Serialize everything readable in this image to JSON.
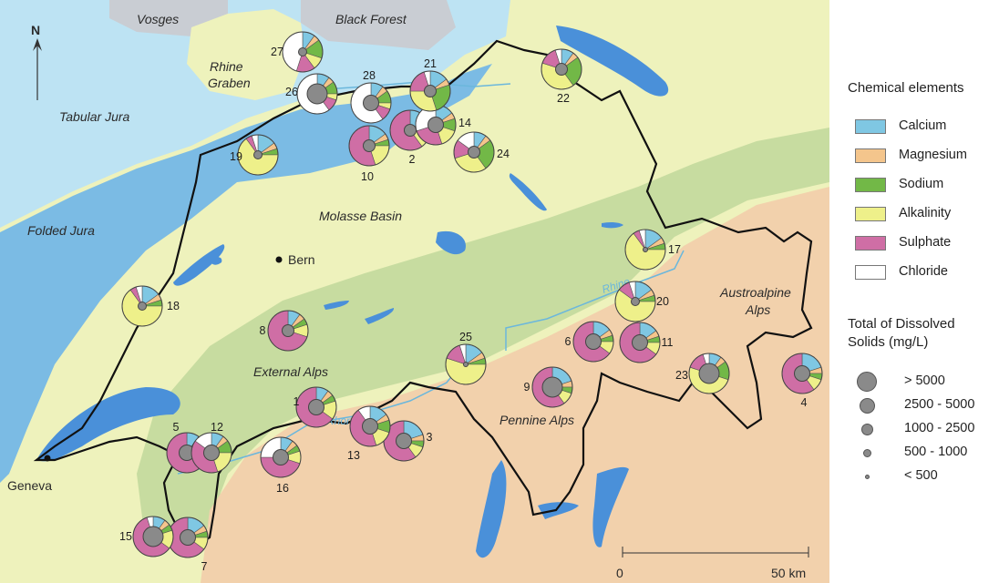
{
  "north_label": "N",
  "regions": [
    {
      "id": "vosges",
      "label": "Vosges"
    },
    {
      "id": "black-forest",
      "label": "Black Forest"
    },
    {
      "id": "rhine-graben-1",
      "label": "Rhine"
    },
    {
      "id": "rhine-graben-2",
      "label": "Graben"
    },
    {
      "id": "tabular-jura",
      "label": "Tabular Jura"
    },
    {
      "id": "folded-jura",
      "label": "Folded Jura"
    },
    {
      "id": "molasse-basin",
      "label": "Molasse Basin"
    },
    {
      "id": "external-alps",
      "label": "External Alps"
    },
    {
      "id": "pennine-alps",
      "label": "Pennine Alps"
    },
    {
      "id": "austroalpine-1",
      "label": "Austroalpine"
    },
    {
      "id": "austroalpine-2",
      "label": "Alps"
    }
  ],
  "places": [
    {
      "id": "bern",
      "label": "Bern"
    },
    {
      "id": "geneva",
      "label": "Geneva"
    }
  ],
  "rivers": [
    {
      "id": "rhine",
      "label": "Rhine"
    },
    {
      "id": "rhone",
      "label": "Rhone"
    }
  ],
  "scale_bar": {
    "start_label": "0",
    "end_label": "50 km"
  },
  "legend": {
    "title": "Chemical elements",
    "items": [
      {
        "key": "calcium",
        "label": "Calcium",
        "color": "#7fc7e3"
      },
      {
        "key": "magnesium",
        "label": "Magnesium",
        "color": "#f4c58c"
      },
      {
        "key": "sodium",
        "label": "Sodium",
        "color": "#72b847"
      },
      {
        "key": "alkalinity",
        "label": "Alkalinity",
        "color": "#eef08a"
      },
      {
        "key": "sulphate",
        "label": "Sulphate",
        "color": "#cf6ea5"
      },
      {
        "key": "chloride",
        "label": "Chloride",
        "color": "#ffffff"
      }
    ]
  },
  "tds_legend": {
    "title_line1": "Total of Dissolved",
    "title_line2": "Solids (mg/L)",
    "classes": [
      {
        "label": "> 5000",
        "level": 5
      },
      {
        "label": "2500 - 5000",
        "level": 4
      },
      {
        "label": "1000 - 2500",
        "level": 3
      },
      {
        "label": "500 - 1000",
        "level": 2
      },
      {
        "label": "< 500",
        "level": 1
      }
    ]
  },
  "sites": [
    {
      "id": "1",
      "label": "1",
      "tds_level": 4,
      "composition": {
        "calcium": 10,
        "magnesium": 5,
        "sodium": 5,
        "alkalinity": 15,
        "sulphate": 65,
        "chloride": 0
      }
    },
    {
      "id": "2",
      "label": "2",
      "tds_level": 3,
      "composition": {
        "calcium": 15,
        "magnesium": 5,
        "sodium": 5,
        "alkalinity": 15,
        "sulphate": 60,
        "chloride": 0
      }
    },
    {
      "id": "3",
      "label": "3",
      "tds_level": 4,
      "composition": {
        "calcium": 20,
        "magnesium": 5,
        "sodium": 5,
        "alkalinity": 10,
        "sulphate": 60,
        "chloride": 0
      }
    },
    {
      "id": "4",
      "label": "4",
      "tds_level": 4,
      "composition": {
        "calcium": 20,
        "magnesium": 5,
        "sodium": 5,
        "alkalinity": 10,
        "sulphate": 60,
        "chloride": 0
      }
    },
    {
      "id": "5",
      "label": "5",
      "tds_level": 4,
      "composition": {
        "calcium": 10,
        "magnesium": 5,
        "sodium": 5,
        "alkalinity": 15,
        "sulphate": 65,
        "chloride": 0
      }
    },
    {
      "id": "6",
      "label": "6",
      "tds_level": 4,
      "composition": {
        "calcium": 15,
        "magnesium": 5,
        "sodium": 5,
        "alkalinity": 10,
        "sulphate": 65,
        "chloride": 0
      }
    },
    {
      "id": "7",
      "label": "7",
      "tds_level": 4,
      "composition": {
        "calcium": 15,
        "magnesium": 5,
        "sodium": 5,
        "alkalinity": 10,
        "sulphate": 65,
        "chloride": 0
      }
    },
    {
      "id": "8",
      "label": "8",
      "tds_level": 3,
      "composition": {
        "calcium": 10,
        "magnesium": 5,
        "sodium": 5,
        "alkalinity": 10,
        "sulphate": 70,
        "chloride": 0
      }
    },
    {
      "id": "9",
      "label": "9",
      "tds_level": 5,
      "composition": {
        "calcium": 20,
        "magnesium": 5,
        "sodium": 5,
        "alkalinity": 10,
        "sulphate": 60,
        "chloride": 0
      }
    },
    {
      "id": "10",
      "label": "10",
      "tds_level": 3,
      "composition": {
        "calcium": 15,
        "magnesium": 5,
        "sodium": 5,
        "alkalinity": 20,
        "sulphate": 55,
        "chloride": 0
      }
    },
    {
      "id": "11",
      "label": "11",
      "tds_level": 4,
      "composition": {
        "calcium": 15,
        "magnesium": 5,
        "sodium": 5,
        "alkalinity": 10,
        "sulphate": 65,
        "chloride": 0
      }
    },
    {
      "id": "12",
      "label": "12",
      "tds_level": 4,
      "composition": {
        "calcium": 10,
        "magnesium": 5,
        "sodium": 10,
        "alkalinity": 20,
        "sulphate": 40,
        "chloride": 15
      }
    },
    {
      "id": "13",
      "label": "13",
      "tds_level": 4,
      "composition": {
        "calcium": 15,
        "magnesium": 5,
        "sodium": 10,
        "alkalinity": 15,
        "sulphate": 45,
        "chloride": 10
      }
    },
    {
      "id": "14",
      "label": "14",
      "tds_level": 4,
      "composition": {
        "calcium": 15,
        "magnesium": 5,
        "sodium": 10,
        "alkalinity": 15,
        "sulphate": 25,
        "chloride": 30
      }
    },
    {
      "id": "15",
      "label": "15",
      "tds_level": 5,
      "composition": {
        "calcium": 10,
        "magnesium": 5,
        "sodium": 5,
        "alkalinity": 15,
        "sulphate": 60,
        "chloride": 5
      }
    },
    {
      "id": "16",
      "label": "16",
      "tds_level": 4,
      "composition": {
        "calcium": 10,
        "magnesium": 5,
        "sodium": 5,
        "alkalinity": 10,
        "sulphate": 45,
        "chloride": 25
      }
    },
    {
      "id": "17",
      "label": "17",
      "tds_level": 1,
      "composition": {
        "calcium": 15,
        "magnesium": 5,
        "sodium": 5,
        "alkalinity": 65,
        "sulphate": 5,
        "chloride": 5
      }
    },
    {
      "id": "18",
      "label": "18",
      "tds_level": 2,
      "composition": {
        "calcium": 15,
        "magnesium": 5,
        "sodium": 5,
        "alkalinity": 65,
        "sulphate": 5,
        "chloride": 5
      }
    },
    {
      "id": "19",
      "label": "19",
      "tds_level": 2,
      "composition": {
        "calcium": 15,
        "magnesium": 5,
        "sodium": 5,
        "alkalinity": 65,
        "sulphate": 5,
        "chloride": 5
      }
    },
    {
      "id": "20",
      "label": "20",
      "tds_level": 2,
      "composition": {
        "calcium": 15,
        "magnesium": 5,
        "sodium": 5,
        "alkalinity": 60,
        "sulphate": 10,
        "chloride": 5
      }
    },
    {
      "id": "21",
      "label": "21",
      "tds_level": 3,
      "composition": {
        "calcium": 15,
        "magnesium": 5,
        "sodium": 25,
        "alkalinity": 30,
        "sulphate": 20,
        "chloride": 5
      }
    },
    {
      "id": "22",
      "label": "22",
      "tds_level": 3,
      "composition": {
        "calcium": 10,
        "magnesium": 5,
        "sodium": 25,
        "alkalinity": 40,
        "sulphate": 15,
        "chloride": 5
      }
    },
    {
      "id": "23",
      "label": "23",
      "tds_level": 5,
      "composition": {
        "calcium": 10,
        "magnesium": 5,
        "sodium": 15,
        "alkalinity": 50,
        "sulphate": 15,
        "chloride": 5
      }
    },
    {
      "id": "24",
      "label": "24",
      "tds_level": 3,
      "composition": {
        "calcium": 10,
        "magnesium": 5,
        "sodium": 25,
        "alkalinity": 30,
        "sulphate": 15,
        "chloride": 15
      }
    },
    {
      "id": "25",
      "label": "25",
      "tds_level": 1,
      "composition": {
        "calcium": 15,
        "magnesium": 5,
        "sodium": 5,
        "alkalinity": 55,
        "sulphate": 15,
        "chloride": 5
      }
    },
    {
      "id": "26",
      "label": "26",
      "tds_level": 5,
      "composition": {
        "calcium": 10,
        "magnesium": 5,
        "sodium": 10,
        "alkalinity": 5,
        "sulphate": 10,
        "chloride": 60
      }
    },
    {
      "id": "27",
      "label": "27",
      "tds_level": 2,
      "composition": {
        "calcium": 10,
        "magnesium": 5,
        "sodium": 15,
        "alkalinity": 10,
        "sulphate": 15,
        "chloride": 45
      }
    },
    {
      "id": "28",
      "label": "28",
      "tds_level": 4,
      "composition": {
        "calcium": 10,
        "magnesium": 5,
        "sodium": 10,
        "alkalinity": 5,
        "sulphate": 10,
        "chloride": 60
      }
    }
  ]
}
